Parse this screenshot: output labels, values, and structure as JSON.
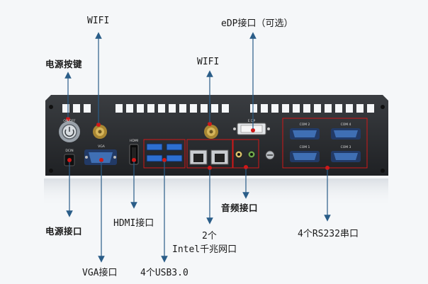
{
  "labels": {
    "wifi_left": "WIFI",
    "wifi_mid": "WIFI",
    "edp": "eDP接口（可选）",
    "power_button": "电源按键",
    "power_port": "电源接口",
    "hdmi": "HDMI接口",
    "lan_line1": "2个",
    "lan_line2": "Intel千兆网口",
    "audio": "音频接口",
    "rs232": "4个RS232串口",
    "vga": "VGA接口",
    "usb": "4个USB3.0"
  },
  "panel_text": {
    "on_off": "ON/OFF",
    "vga": "VGA",
    "dc_in": "DCIN",
    "hdmi": "HDMI",
    "edp": "E DP",
    "com2": "COM 2",
    "com4": "COM 4",
    "com1": "COM 1",
    "com3": "COM 3"
  },
  "colors": {
    "chassis": "#2b2e31",
    "highlight_box": "#d01818",
    "arrow": "#2a5d88",
    "label_text": "#1a1a1a",
    "usb_blue": "#2d6fd1",
    "vga_blue": "#3f6fb4"
  },
  "icons": [
    "power-button-icon",
    "antenna-connector-icon",
    "vga-port-icon",
    "dc-jack-icon",
    "hdmi-port-icon",
    "usb-port-icon",
    "ethernet-port-icon",
    "audio-jack-icon",
    "ground-screw-icon",
    "dvi-port-icon",
    "serial-port-icon"
  ]
}
